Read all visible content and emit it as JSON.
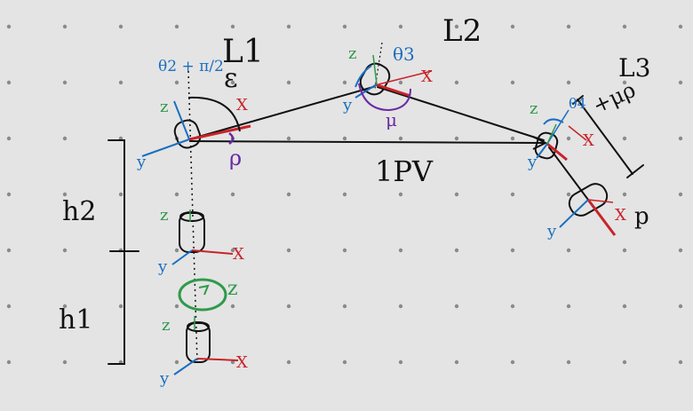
{
  "colors": {
    "background": "#e4e4e4",
    "ink": "#111111",
    "x_axis": "#c8232a",
    "y_axis": "#1b6fc0",
    "z_axis": "#2f9a4a",
    "angle": "#6a2aa3"
  },
  "labels": {
    "link1": "L1",
    "link2": "L2",
    "link3": "L3",
    "height2": "h2",
    "height1": "h1",
    "vector_pv": "1PV",
    "epsilon": "ε",
    "rho": "ρ",
    "mu": "μ",
    "mu_rho": "+μρ",
    "p_end": "p",
    "theta2": "θ2 + π/2",
    "theta3": "θ3",
    "theta4": "θ4",
    "base_rotation": "z"
  },
  "axes": {
    "x": "X",
    "y": "y",
    "z": "z"
  }
}
